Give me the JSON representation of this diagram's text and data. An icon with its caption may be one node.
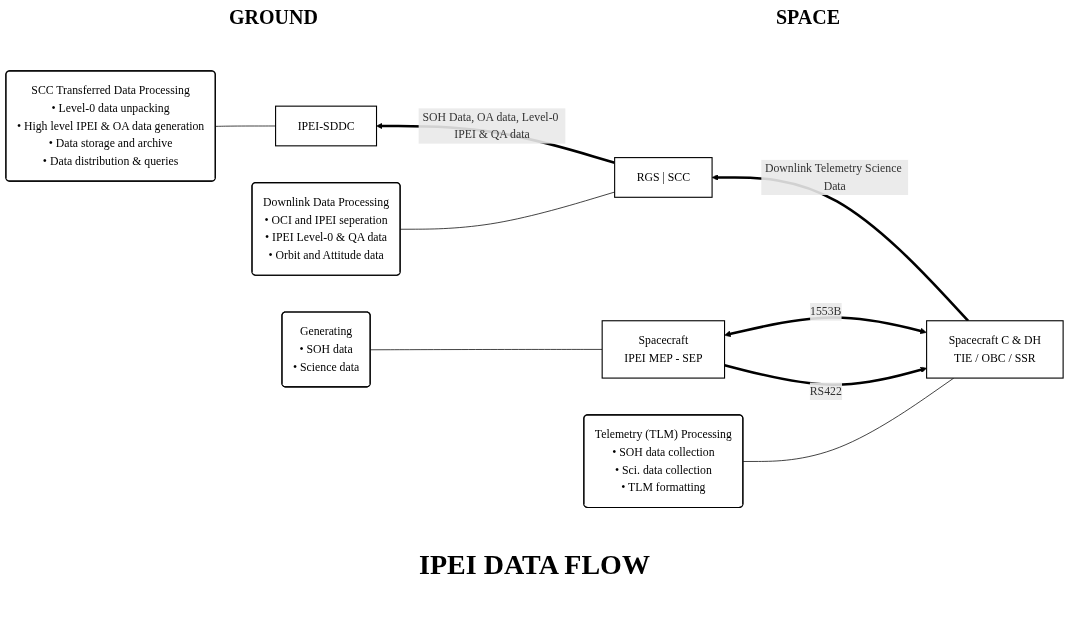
{
  "diagram": {
    "title": "IPEI DATA FLOW",
    "nodes": [
      {
        "text": [
          "IPEI-SDDC"
        ]
      },
      {
        "text": [
          "RGS | SCC"
        ]
      },
      {
        "text": [
          "Spacecraft C & DH",
          "TIE / OBC / SSR"
        ]
      },
      {
        "text": [
          "Spacecraft",
          "IPEI MEP - SEP"
        ]
      },
      {
        "text": [
          "Downlink Data Processing",
          "• OCI and IPEI seperation",
          "• IPEI Level-0 & QA data",
          "• Orbit and Attitude data"
        ]
      },
      {
        "text": [
          "Telemetry (TLM) Processing",
          "• SOH data collection",
          "• Sci. data collection",
          "• TLM formatting"
        ]
      },
      {
        "text": [
          "Generating",
          "• SOH data",
          "• Science data"
        ]
      },
      {
        "text": [
          "SCC Transferred Data Processing",
          "• Level-0 data unpacking",
          "• High level IPEI & OA data generation",
          "• Data storage and archive",
          "• Data distribution & queries"
        ]
      }
    ],
    "edges": [
      {
        "from": 1,
        "to": 0,
        "arrow": "to",
        "label": "SOH Data, OA data, Level-0 IPEI & QA data",
        "style": "thick"
      },
      {
        "from": 2,
        "to": 1,
        "arrow": "to",
        "label": "Downlink Telemetry Science Data",
        "style": "thick"
      },
      {
        "from": 2,
        "to": 3,
        "arrow": "both",
        "label": "1553B",
        "style": "thick"
      },
      {
        "from": 3,
        "to": 2,
        "arrow": "to",
        "label": "RS422",
        "style": "thick"
      },
      {
        "from": 0,
        "to": 7,
        "arrow": "none"
      },
      {
        "from": 1,
        "to": 4,
        "arrow": "none"
      },
      {
        "from": 2,
        "to": 5,
        "arrow": "none"
      },
      {
        "from": 3,
        "to": 6,
        "arrow": "none"
      }
    ],
    "labels": [
      "GROUND",
      "SPACE"
    ]
  }
}
